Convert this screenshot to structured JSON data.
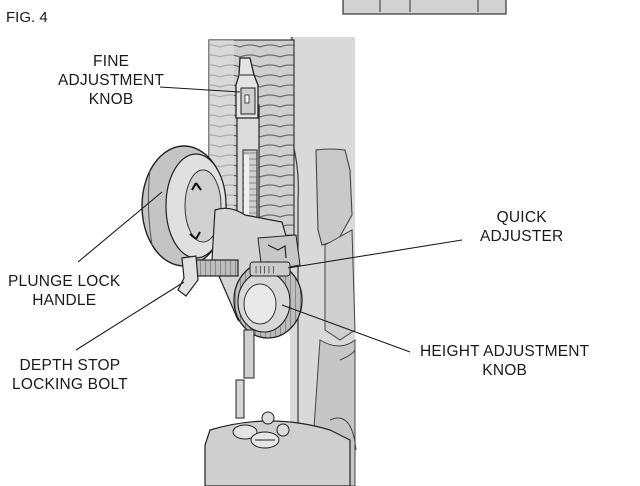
{
  "figure": {
    "label": "FIG. 4"
  },
  "callouts": {
    "fine_adjustment_knob": [
      "FINE",
      "ADJUSTMENT",
      "KNOB"
    ],
    "quick_adjuster": [
      "QUICK",
      "ADJUSTER"
    ],
    "plunge_lock_handle": [
      "PLUNGE LOCK",
      "HANDLE"
    ],
    "depth_stop_locking_bolt": [
      "DEPTH STOP",
      "LOCKING BOLT"
    ],
    "height_adjustment_knob": [
      "HEIGHT ADJUSTMENT",
      "KNOB"
    ]
  },
  "colors": {
    "line": "#1a1a1a",
    "body": "#d6d6d6",
    "body_dark": "#a9a9a9",
    "body_light": "#ececec"
  }
}
